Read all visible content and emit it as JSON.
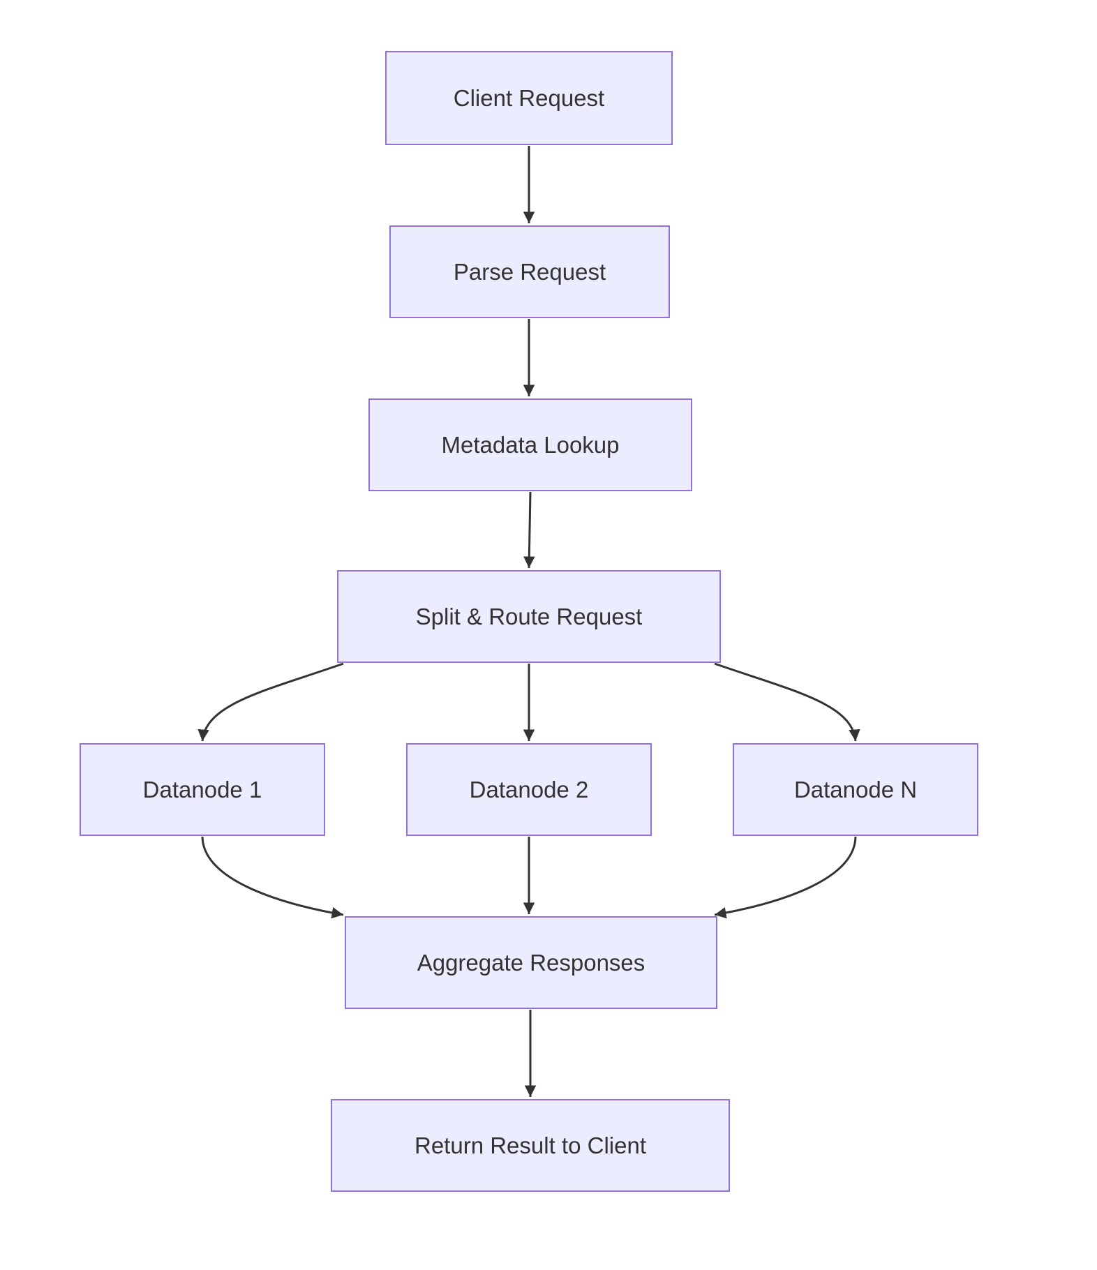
{
  "diagram": {
    "type": "flowchart",
    "direction": "top-down",
    "nodes": [
      {
        "id": "client_request",
        "label": "Client Request"
      },
      {
        "id": "parse_request",
        "label": "Parse Request"
      },
      {
        "id": "metadata_lookup",
        "label": "Metadata Lookup"
      },
      {
        "id": "split_route",
        "label": "Split & Route Request"
      },
      {
        "id": "datanode_1",
        "label": "Datanode 1"
      },
      {
        "id": "datanode_2",
        "label": "Datanode 2"
      },
      {
        "id": "datanode_n",
        "label": "Datanode N"
      },
      {
        "id": "aggregate",
        "label": "Aggregate Responses"
      },
      {
        "id": "return_result",
        "label": "Return Result to Client"
      }
    ],
    "edges": [
      {
        "from": "client_request",
        "to": "parse_request"
      },
      {
        "from": "parse_request",
        "to": "metadata_lookup"
      },
      {
        "from": "metadata_lookup",
        "to": "split_route"
      },
      {
        "from": "split_route",
        "to": "datanode_1"
      },
      {
        "from": "split_route",
        "to": "datanode_2"
      },
      {
        "from": "split_route",
        "to": "datanode_n"
      },
      {
        "from": "datanode_1",
        "to": "aggregate"
      },
      {
        "from": "datanode_2",
        "to": "aggregate"
      },
      {
        "from": "datanode_n",
        "to": "aggregate"
      },
      {
        "from": "aggregate",
        "to": "return_result"
      }
    ],
    "colors": {
      "node_fill": "#ECECFF",
      "node_border": "#9370DB",
      "text": "#333333",
      "arrow": "#333333",
      "background": "#FFFFFF"
    }
  }
}
